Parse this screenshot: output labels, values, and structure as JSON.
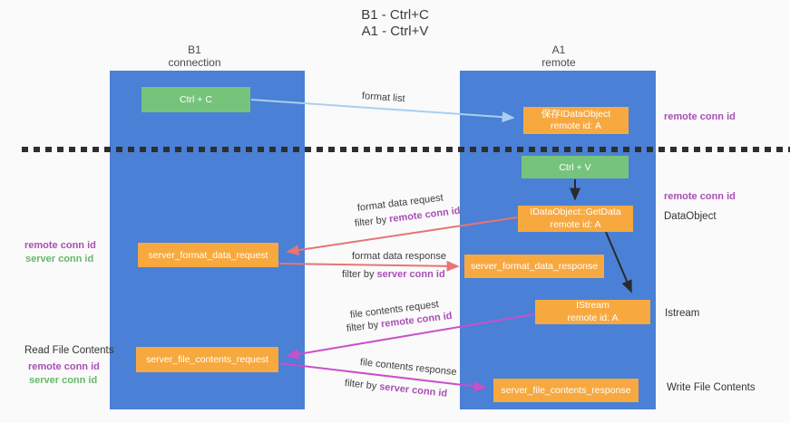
{
  "title": {
    "line1": "B1 - Ctrl+C",
    "line2": "A1 - Ctrl+V"
  },
  "lanes": {
    "left": {
      "title": "B1",
      "subtitle": "connection"
    },
    "right": {
      "title": "A1",
      "subtitle": "remote"
    }
  },
  "nodes": {
    "ctrl_c": {
      "label": "Ctrl + C"
    },
    "ctrl_v": {
      "label": "Ctrl + V"
    },
    "save_idataobject": {
      "line1": "保存IDataObject",
      "line2": "remote id: A"
    },
    "getdata": {
      "line1": "IDataObject::GetData",
      "line2": "remote id: A"
    },
    "server_format_data_request": {
      "label": "server_format_data_request"
    },
    "server_format_data_response": {
      "label": "server_format_data_response"
    },
    "istream": {
      "line1": "IStream",
      "line2": "remote id: A"
    },
    "server_file_contents_request": {
      "label": "server_file_contents_request"
    },
    "server_file_contents_response": {
      "label": "server_file_contents_response"
    }
  },
  "edges": {
    "format_list": "format list",
    "format_data_request": "format data request",
    "format_data_response": "format data response",
    "file_contents_request": "file contents request",
    "file_contents_response": "file contents response",
    "filter_by": "filter by",
    "remote_conn_id": "remote conn id",
    "server_conn_id": "server conn id"
  },
  "annotations": {
    "left_mid": {
      "remote": "remote conn id",
      "server": "server conn id"
    },
    "left_bottom": {
      "title": "Read File Contents",
      "remote": "remote conn id",
      "server": "server conn id"
    },
    "right_top": "remote conn id",
    "right_mid": "remote conn id",
    "right_dataobject": "DataObject",
    "right_istream": "Istream",
    "right_write": "Write File Contents"
  },
  "colors": {
    "background": "#fafafa",
    "lane_blue": "#4a80d5",
    "node_orange": "#f7a940",
    "node_green": "#76c47c",
    "arrow_red": "#e87474",
    "arrow_magenta": "#ca4fca",
    "arrow_blue": "#aacfee",
    "arrow_black": "#2b2b2b",
    "text_purple": "#a94fb5",
    "text_green": "#67b86b"
  }
}
